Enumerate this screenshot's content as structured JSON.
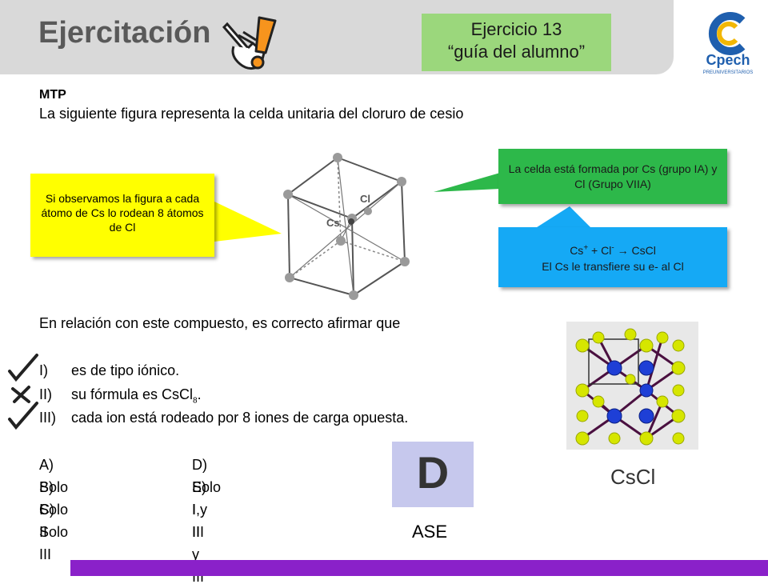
{
  "header": {
    "title": "Ejercitación",
    "exercise_line1": "Ejercicio 13",
    "exercise_line2": "“guía del alumno”",
    "hand_icon": "pointing-hand-with-exclamation",
    "logo_text": "Cpech",
    "logo_subtext": "PREUNIVERSITARIOS"
  },
  "body": {
    "section_label": "MTP",
    "intro": "La siguiente figura representa la celda unitaria del cloruro de cesio",
    "cube_labels": {
      "cl": "Cl",
      "cs": "Cs"
    },
    "callout_yellow": "Si observamos la figura a cada átomo de Cs lo rodean 8 átomos de Cl",
    "callout_green": "La celda está formada por Cs (grupo IA) y Cl (Grupo VIIA)",
    "callout_blue": {
      "line1_cs": "Cs",
      "line1_cs_charge": "+",
      "line1_mid": " + Cl",
      "line1_cl_charge": "-",
      "line1_end": " → CsCl",
      "line2": "El Cs le transfiere su e- al Cl"
    },
    "question": "En relación con este compuesto, es correcto afirmar que",
    "options": [
      {
        "num": "I)",
        "text": "es de tipo iónico.",
        "mark": "check"
      },
      {
        "num": "II)",
        "text": "su fórmula es CsCl",
        "sub": "8",
        "tail": ".",
        "mark": "cross"
      },
      {
        "num": "III)",
        "text": "cada ion está rodeado por 8 iones de carga opuesta.",
        "mark": "check"
      }
    ],
    "answers": {
      "a": "A)  Solo I",
      "b": "B)  Solo II",
      "c": "C)  Solo III",
      "d": "D) Solo I y III",
      "e": "E) I, II y III"
    },
    "answer_letter": "D",
    "answer_tag": "ASE",
    "crystal_label": "CsCl"
  },
  "colors": {
    "header_bg": "#d9d9d9",
    "exercise_bg": "#9bd77c",
    "callout_yellow": "#ffff00",
    "callout_green": "#2db84a",
    "callout_blue": "#15a9f5",
    "answer_bg": "#c6c8ed",
    "footer": "#8a21c9"
  }
}
